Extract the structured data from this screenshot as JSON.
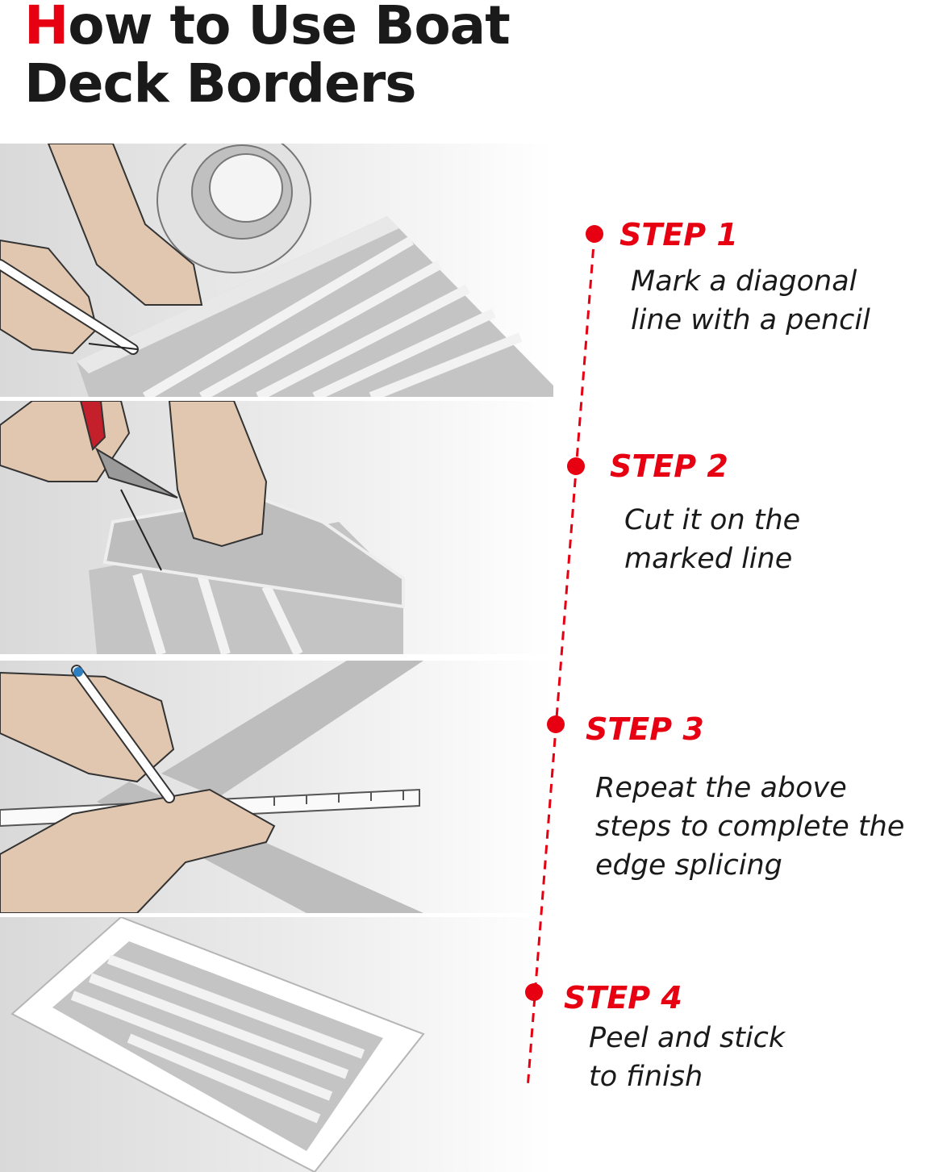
{
  "title": {
    "accent_letter": "H",
    "line1_rest": "ow to Use Boat",
    "line2": "Deck Borders"
  },
  "accent_color": "#e60012",
  "steps": [
    {
      "label": "STEP 1",
      "text": "Mark a diagonal\nline with a pencil"
    },
    {
      "label": "STEP 2",
      "text": "Cut it on the\nmarked line"
    },
    {
      "label": "STEP 3",
      "text": "Repeat the above\nsteps to complete the\nedge splicing"
    },
    {
      "label": "STEP 4",
      "text": "Peel and stick\nto finish"
    }
  ]
}
